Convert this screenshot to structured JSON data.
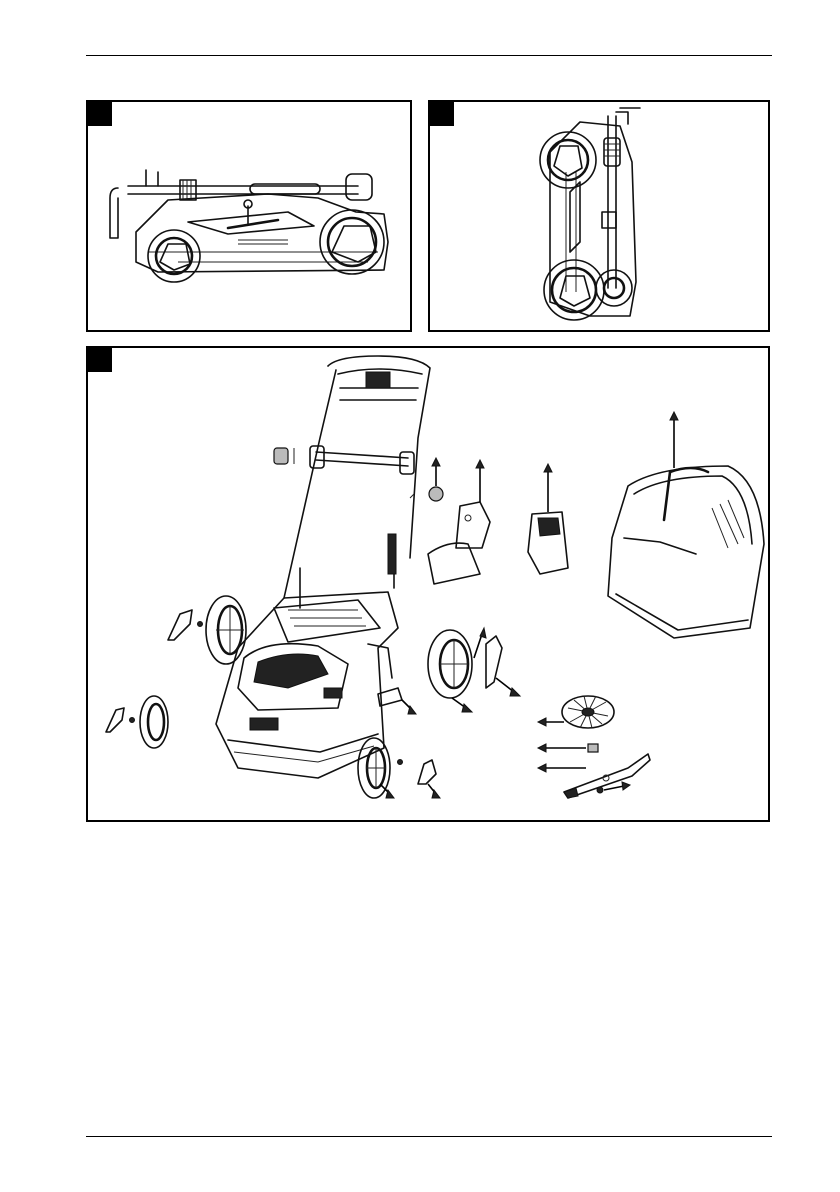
{
  "page": {
    "header_rule": true,
    "footer_rule": true
  },
  "figures": [
    {
      "id": "figure-folded-side",
      "marker": ""
    },
    {
      "id": "figure-folded-upright",
      "marker": ""
    },
    {
      "id": "figure-exploded-parts",
      "marker": ""
    }
  ],
  "icons": [
    "wheel-icon",
    "handle-icon",
    "grass-box-icon",
    "blade-icon",
    "fan-icon",
    "arrow-icon"
  ]
}
